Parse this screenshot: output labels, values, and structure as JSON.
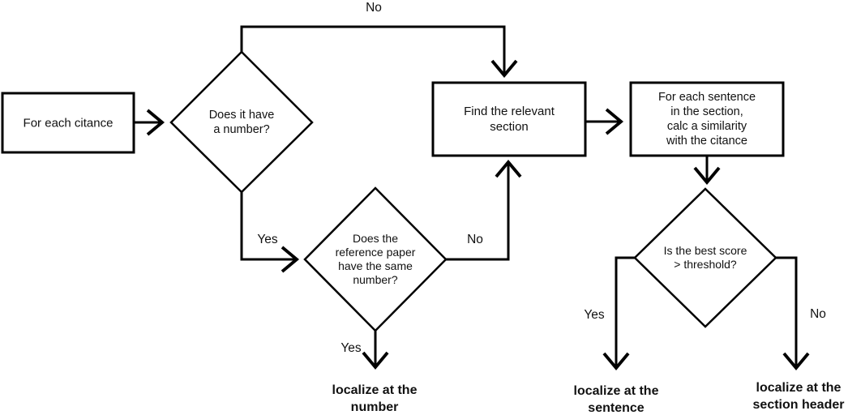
{
  "colors": {
    "background": "#ffffff",
    "stroke": "#000000",
    "text": "#111111"
  },
  "flowchart": {
    "start": {
      "label": "For each citance"
    },
    "decision_has_number": {
      "lines": [
        "Does it have",
        "a number?"
      ]
    },
    "decision_same_number": {
      "lines": [
        "Does the",
        "reference paper",
        "have the same",
        "number?"
      ]
    },
    "process_find_section": {
      "lines": [
        "Find the relevant",
        "section"
      ]
    },
    "process_calc_similarity": {
      "lines": [
        "For each sentence",
        "in the section,",
        "calc a similarity",
        "with the citance"
      ]
    },
    "decision_best_score": {
      "lines": [
        "Is the best score",
        "> threshold?"
      ]
    },
    "terminal_number": {
      "lines": [
        "localize at the",
        "number"
      ]
    },
    "terminal_sentence": {
      "lines": [
        "localize at the",
        "sentence"
      ]
    },
    "terminal_section_header": {
      "lines": [
        "localize at the",
        "section header"
      ]
    },
    "edges": {
      "no_has_number": "No",
      "yes_has_number": "Yes",
      "no_same_number": "No",
      "yes_same_number": "Yes",
      "yes_best_score": "Yes",
      "no_best_score": "No"
    }
  }
}
